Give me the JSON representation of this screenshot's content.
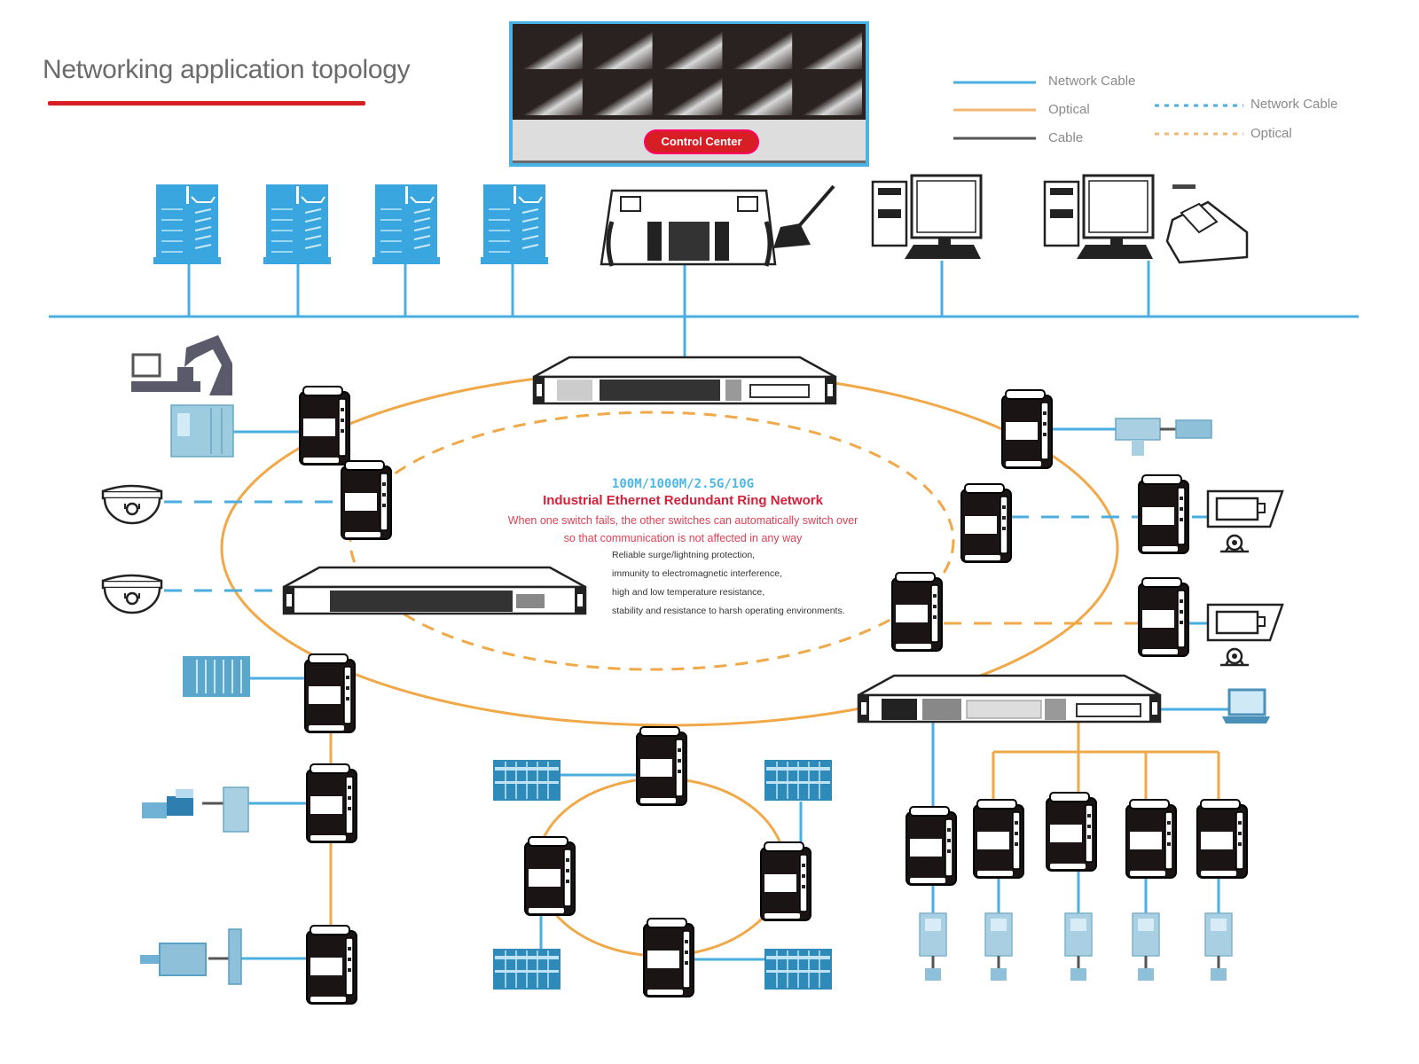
{
  "header": {
    "title": "Networking application topology"
  },
  "legend": {
    "solid": [
      {
        "label": "Network Cable",
        "color": "#4aaee0"
      },
      {
        "label": "Optical",
        "color": "#f0a848"
      },
      {
        "label": "Cable",
        "color": "#555555"
      }
    ],
    "dashed": [
      {
        "label": "Network Cable",
        "color": "#4aaee0"
      },
      {
        "label": "Optical",
        "color": "#f0a848"
      }
    ]
  },
  "control_center": {
    "label": "Control Center",
    "video_wall": {
      "rows": 2,
      "cols": 5
    }
  },
  "top_row_devices": [
    {
      "type": "server",
      "icon": "server-rack-icon"
    },
    {
      "type": "server",
      "icon": "server-rack-icon"
    },
    {
      "type": "server",
      "icon": "server-rack-icon"
    },
    {
      "type": "server",
      "icon": "server-rack-icon"
    },
    {
      "type": "dispatch-console",
      "icon": "console-with-microphone-icon"
    },
    {
      "type": "workstation",
      "icon": "desktop-computer-icon"
    },
    {
      "type": "workstation-with-printer",
      "icon": "desktop-computer-printer-icon"
    }
  ],
  "ring": {
    "speed": "100M/1000M/2.5G/10G",
    "title": "Industrial Ethernet Redundant Ring Network",
    "description": [
      "When one switch fails, the other switches can automatically switch over",
      "so that communication is not affected in any way"
    ],
    "features": [
      "Reliable surge/lightning protection,",
      "immunity to electromagnetic interference,",
      "high and low temperature resistance,",
      "stability and resistance to harsh operating environments."
    ]
  },
  "colors": {
    "network_cable": "#4aaee0",
    "optical": "#f0a848",
    "cable": "#555555",
    "accent_red": "#d81e25",
    "device_blue": "#3aa6e0",
    "plc_blue": "#5a9fc4"
  }
}
